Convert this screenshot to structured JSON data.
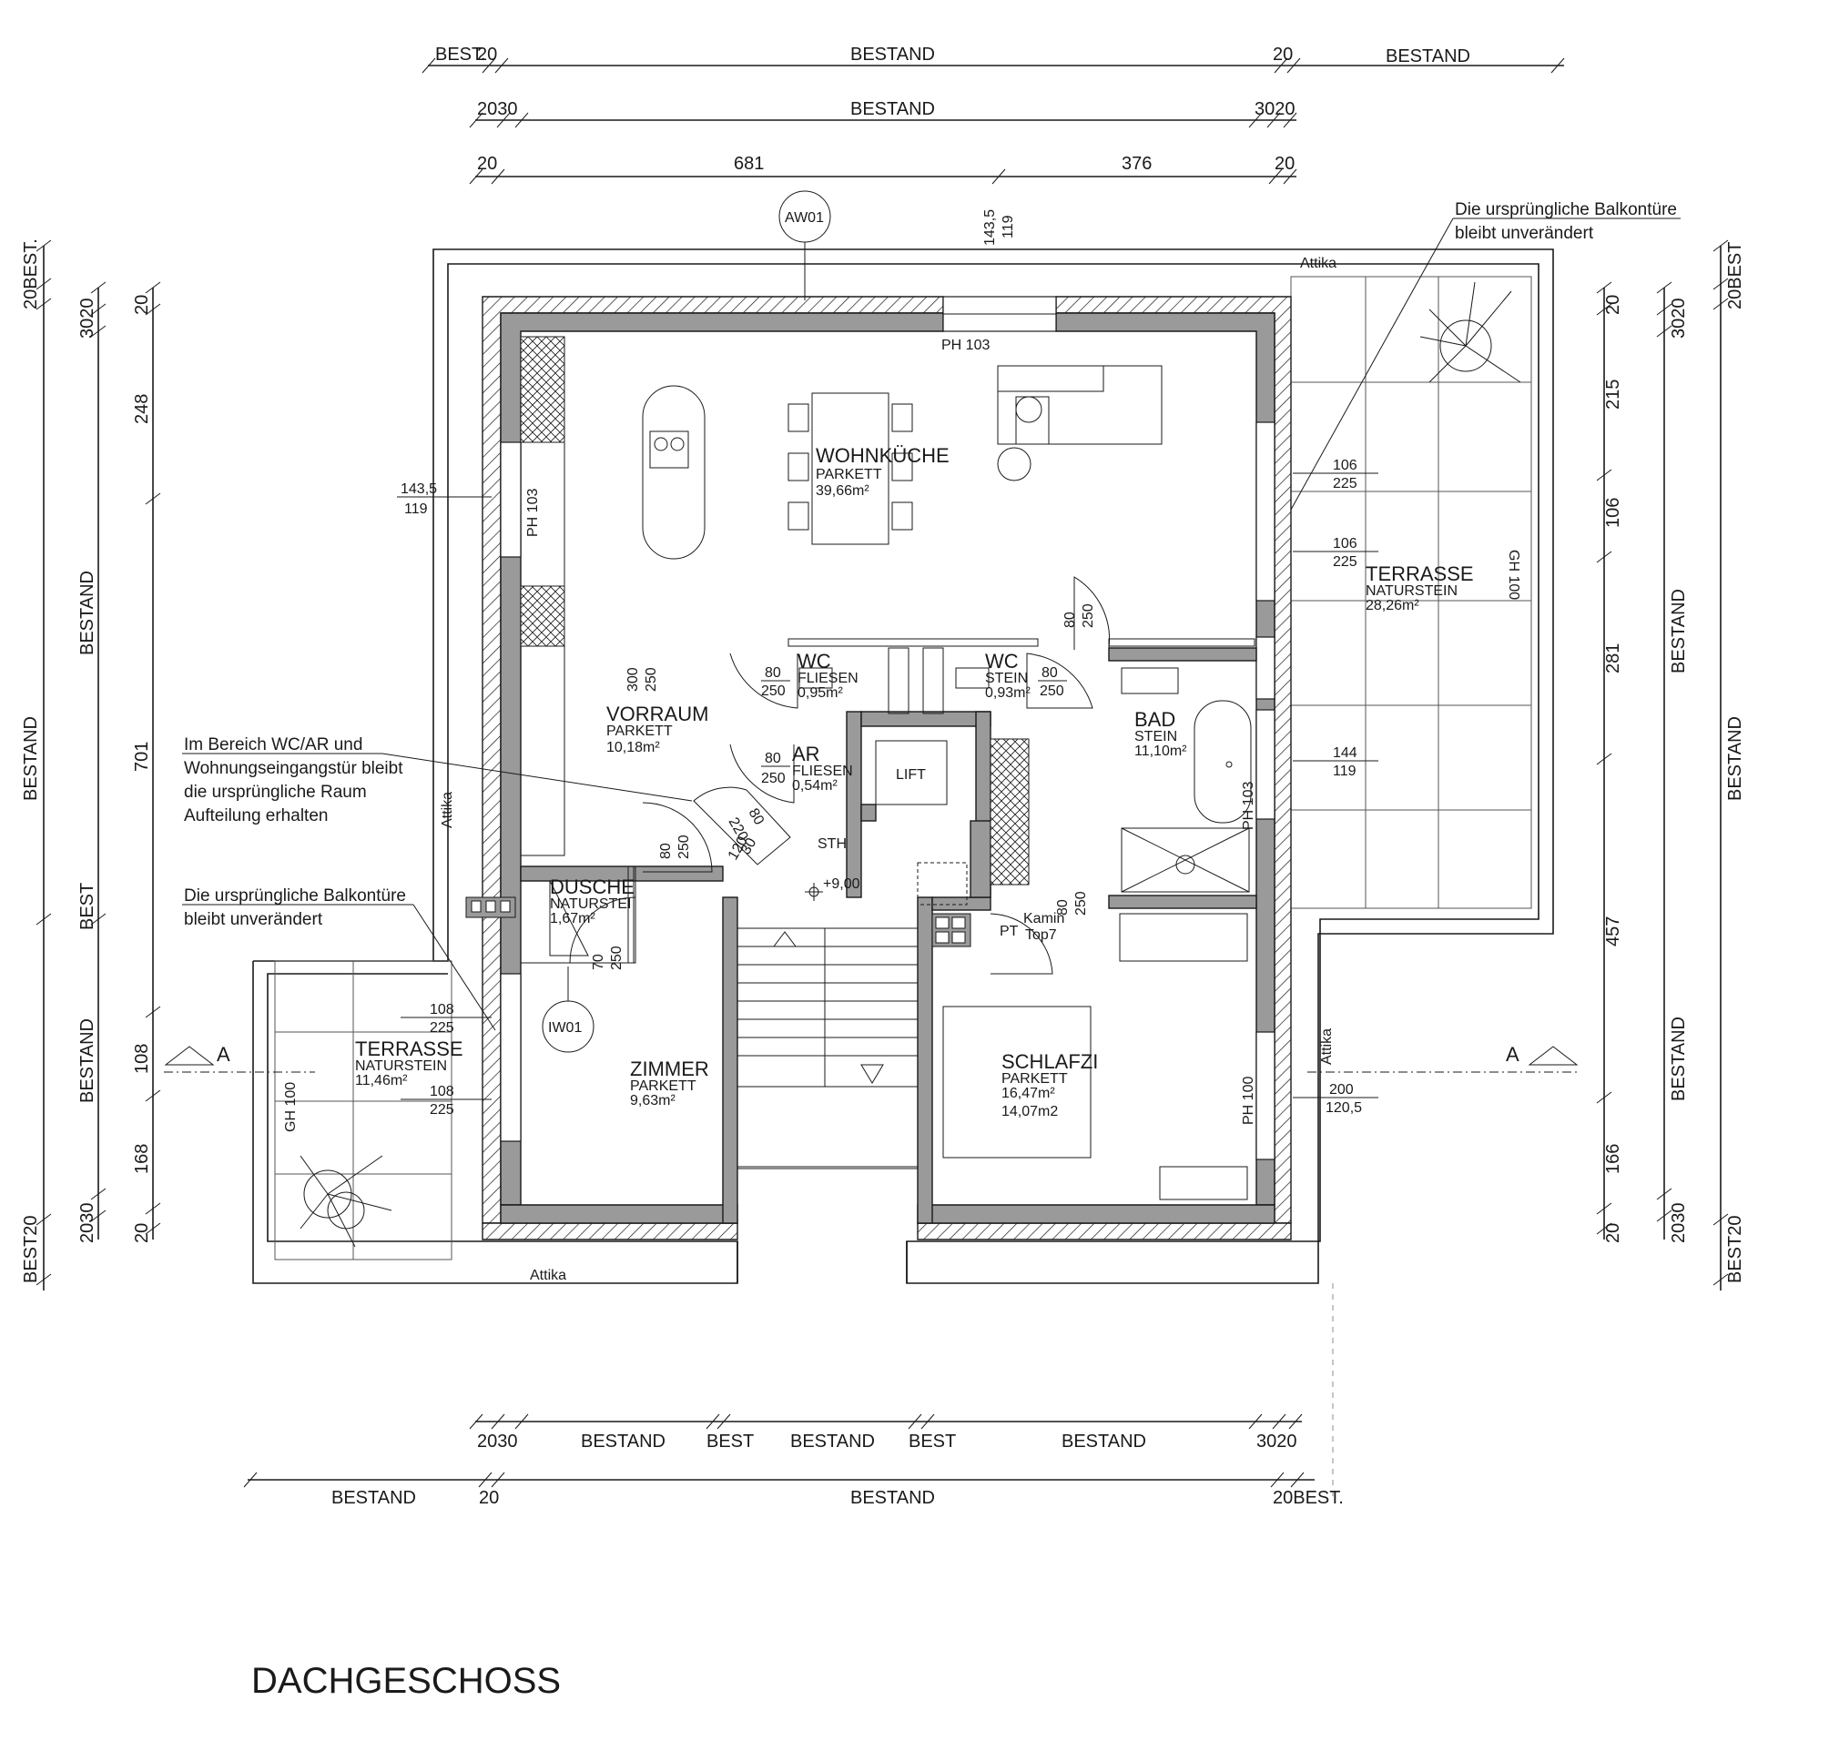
{
  "title": "DACHGESCHOSS",
  "dims_top": {
    "row1": [
      "BEST.",
      "20",
      "BESTAND",
      "20",
      "BESTAND"
    ],
    "row2": [
      "2030",
      "BESTAND",
      "3020"
    ],
    "row3": [
      "20",
      "681",
      "376",
      "20"
    ]
  },
  "dims_bottom": {
    "row1": [
      "2030",
      "BESTAND",
      "BEST",
      "BESTAND",
      "BEST",
      "BESTAND",
      "3020"
    ],
    "row2": [
      "BESTAND",
      "20",
      "BESTAND",
      "20BEST."
    ]
  },
  "dims_left": {
    "outer": [
      "20BEST.",
      "BESTAND",
      "BEST20"
    ],
    "mid": [
      "3020",
      "BESTAND",
      "BEST",
      "BESTAND",
      "2030"
    ],
    "inner": [
      "20",
      "248",
      "701",
      "108",
      "168",
      "20"
    ]
  },
  "dims_right": {
    "inner": [
      "20",
      "215",
      "106",
      "281",
      "457",
      "166",
      "20"
    ],
    "mid": [
      "3020",
      "BESTAND",
      "BESTAND",
      "2030"
    ],
    "outer": [
      "20BEST",
      "BESTAND",
      "BEST20"
    ]
  },
  "rooms": {
    "wohnkueche": {
      "name": "WOHNKÜCHE",
      "floor": "PARKETT",
      "area": "39,66m²"
    },
    "vorraum": {
      "name": "VORRAUM",
      "floor": "PARKETT",
      "area": "10,18m²"
    },
    "wc1": {
      "name": "WC",
      "floor": "FLIESEN",
      "area": "0,95m²"
    },
    "wc2": {
      "name": "WC",
      "floor": "STEIN",
      "area": "0,93m²"
    },
    "ar": {
      "name": "AR",
      "floor": "FLIESEN",
      "area": "0,54m²"
    },
    "bad": {
      "name": "BAD",
      "floor": "STEIN",
      "area": "11,10m²"
    },
    "dusche": {
      "name": "DUSCHE",
      "floor": "NATURSTEI",
      "area": "1,67m²"
    },
    "zimmer": {
      "name": "ZIMMER",
      "floor": "PARKETT",
      "area": "9,63m²"
    },
    "schlafzi": {
      "name": "SCHLAFZI",
      "floor": "PARKETT",
      "area": "16,47m²",
      "area2": "14,07m2"
    },
    "terrasse_r": {
      "name": "TERRASSE",
      "floor": "NATURSTEIN",
      "area": "28,26m²"
    },
    "terrasse_l": {
      "name": "TERRASSE",
      "floor": "NATURSTEIN",
      "area": "11,46m²"
    },
    "lift": {
      "name": "LIFT"
    },
    "sth": {
      "name": "STH"
    }
  },
  "labels": {
    "aw01": "AW01",
    "iw01": "IW01",
    "attika_top": "Attika",
    "attika_bottom": "Attika",
    "attika_left": "Attika",
    "attika_right": "Attika",
    "ph103_top": "PH 103",
    "ph103_left": "PH 103",
    "ph103_bad": "PH 103",
    "ph100_right": "PH 100",
    "gh100_right": "GH 100",
    "gh100_left": "GH 100",
    "level": "+9,00",
    "kamin": "Kamin",
    "top7": "Top7",
    "pt": "PT",
    "section_left": "A",
    "section_right": "A",
    "win_top_a": "143,5",
    "win_top_b": "119",
    "win_left_a": "143,5",
    "win_left_b": "119",
    "win_r1_a": "106",
    "win_r1_b": "225",
    "win_r2_a": "106",
    "win_r2_b": "225",
    "win_r3_a": "144",
    "win_r3_b": "119",
    "win_r4_a": "200",
    "win_r4_b": "120,5",
    "win_l1_a": "108",
    "win_l1_b": "225",
    "win_l2_a": "108",
    "win_l2_b": "225",
    "door_kitchen_a": "80",
    "door_kitchen_b": "250",
    "door_vorraum_a": "300",
    "door_vorraum_b": "250",
    "door_wc1_a": "80",
    "door_wc1_b": "250",
    "door_wc2_a": "80",
    "door_wc2_b": "250",
    "door_ar_a": "80",
    "door_ar_b": "250",
    "door_entry_a": "80",
    "door_entry_b": "220",
    "door_entry_c": "120",
    "door_entry_d": "30",
    "door_zimmer_a": "80",
    "door_zimmer_b": "250",
    "door_dusche_a": "70",
    "door_dusche_b": "250",
    "door_schlaf_a": "80",
    "door_schlaf_b": "250"
  },
  "notes": {
    "balkon_right": [
      "Die ursprüngliche Balkontüre",
      "bleibt  unverändert"
    ],
    "balkon_left": [
      "Die ursprüngliche Balkontüre",
      "bleibt  unverändert"
    ],
    "wc_ar": [
      "Im Bereich WC/AR und",
      "Wohnungseingangstür bleibt",
      "die ursprüngliche Raum",
      "Aufteilung erhalten"
    ]
  }
}
